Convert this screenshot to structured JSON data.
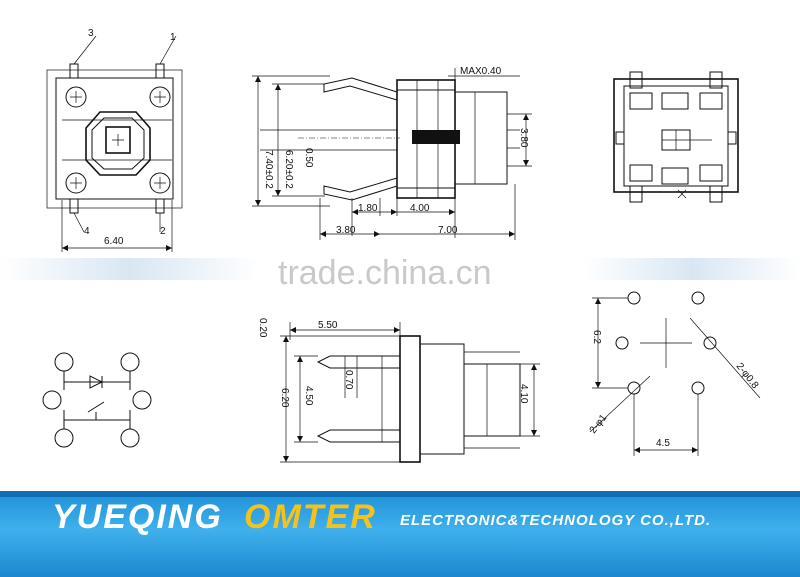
{
  "top_left_view": {
    "pin_labels": [
      "3",
      "1",
      "4",
      "2"
    ],
    "width_dim": "6.40"
  },
  "top_side_view": {
    "max_label": "MAX0.40",
    "height_outer": "7.40±0.2",
    "height_inner": "6.20±0.2",
    "small_dim": "0.50",
    "pin_dim": "1.80",
    "body_dim": "4.00",
    "right_height": "3.80",
    "left_length": "3.80",
    "total_length": "7.00"
  },
  "watermark": "trade.china.cn",
  "bottom_side_view": {
    "gap": "0.20",
    "length": "5.50",
    "thickness": "0.70",
    "height_outer": "6.20",
    "height_inner": "4.50",
    "right_height": "4.10"
  },
  "footprint": {
    "pitch_v": "6.2",
    "hole_large": "2-φ0.8",
    "hole_small": "2-φ1",
    "pitch_h": "4.5"
  },
  "banner": {
    "brand_1": "YUEQING",
    "brand_2": "OMTER",
    "brand_3": "ELECTRONIC&TECHNOLOGY CO.,LTD.",
    "colors": {
      "band": "#2a9ee0",
      "brand_2": "#f5c21b",
      "text": "#ffffff"
    }
  }
}
